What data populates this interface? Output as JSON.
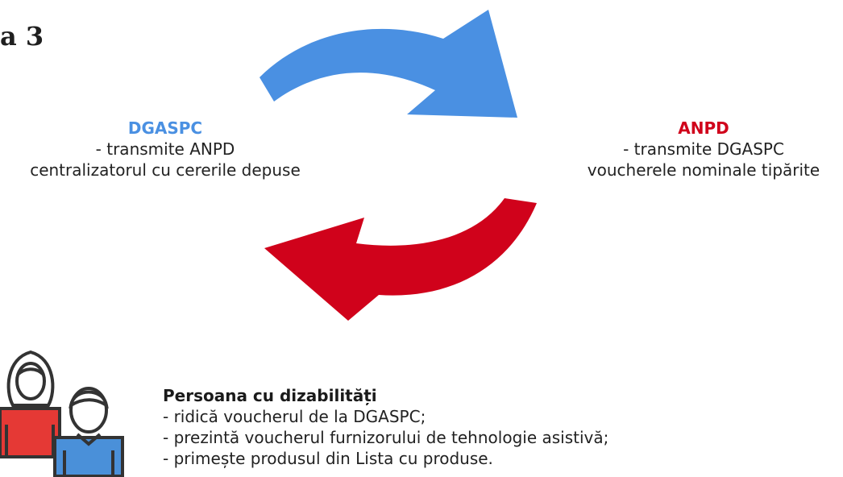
{
  "header": {
    "step_label": "a 3"
  },
  "colors": {
    "blue_accent": "#4a90e2",
    "red_accent": "#d0021b",
    "person_red_shirt": "#e53935",
    "person_blue_shirt": "#4a90d9",
    "outline": "#333333"
  },
  "flow": {
    "left_party": {
      "name": "DGASPC",
      "line1": "- transmite ANPD",
      "line2": "centralizatorul cu cererile depuse"
    },
    "right_party": {
      "name": "ANPD",
      "line1": "- transmite DGASPC",
      "line2": "voucherele nominale tipărite"
    },
    "top_arrow_icon": "curved-arrow-right",
    "bottom_arrow_icon": "curved-arrow-left"
  },
  "person": {
    "icon": "people-icon",
    "title": "Persoana cu dizabilități",
    "actions": [
      "- ridică voucherul de la DGASPC;",
      "- prezintă voucherul furnizorului de tehnologie asistivă;",
      "- primește produsul din Lista cu produse."
    ]
  }
}
